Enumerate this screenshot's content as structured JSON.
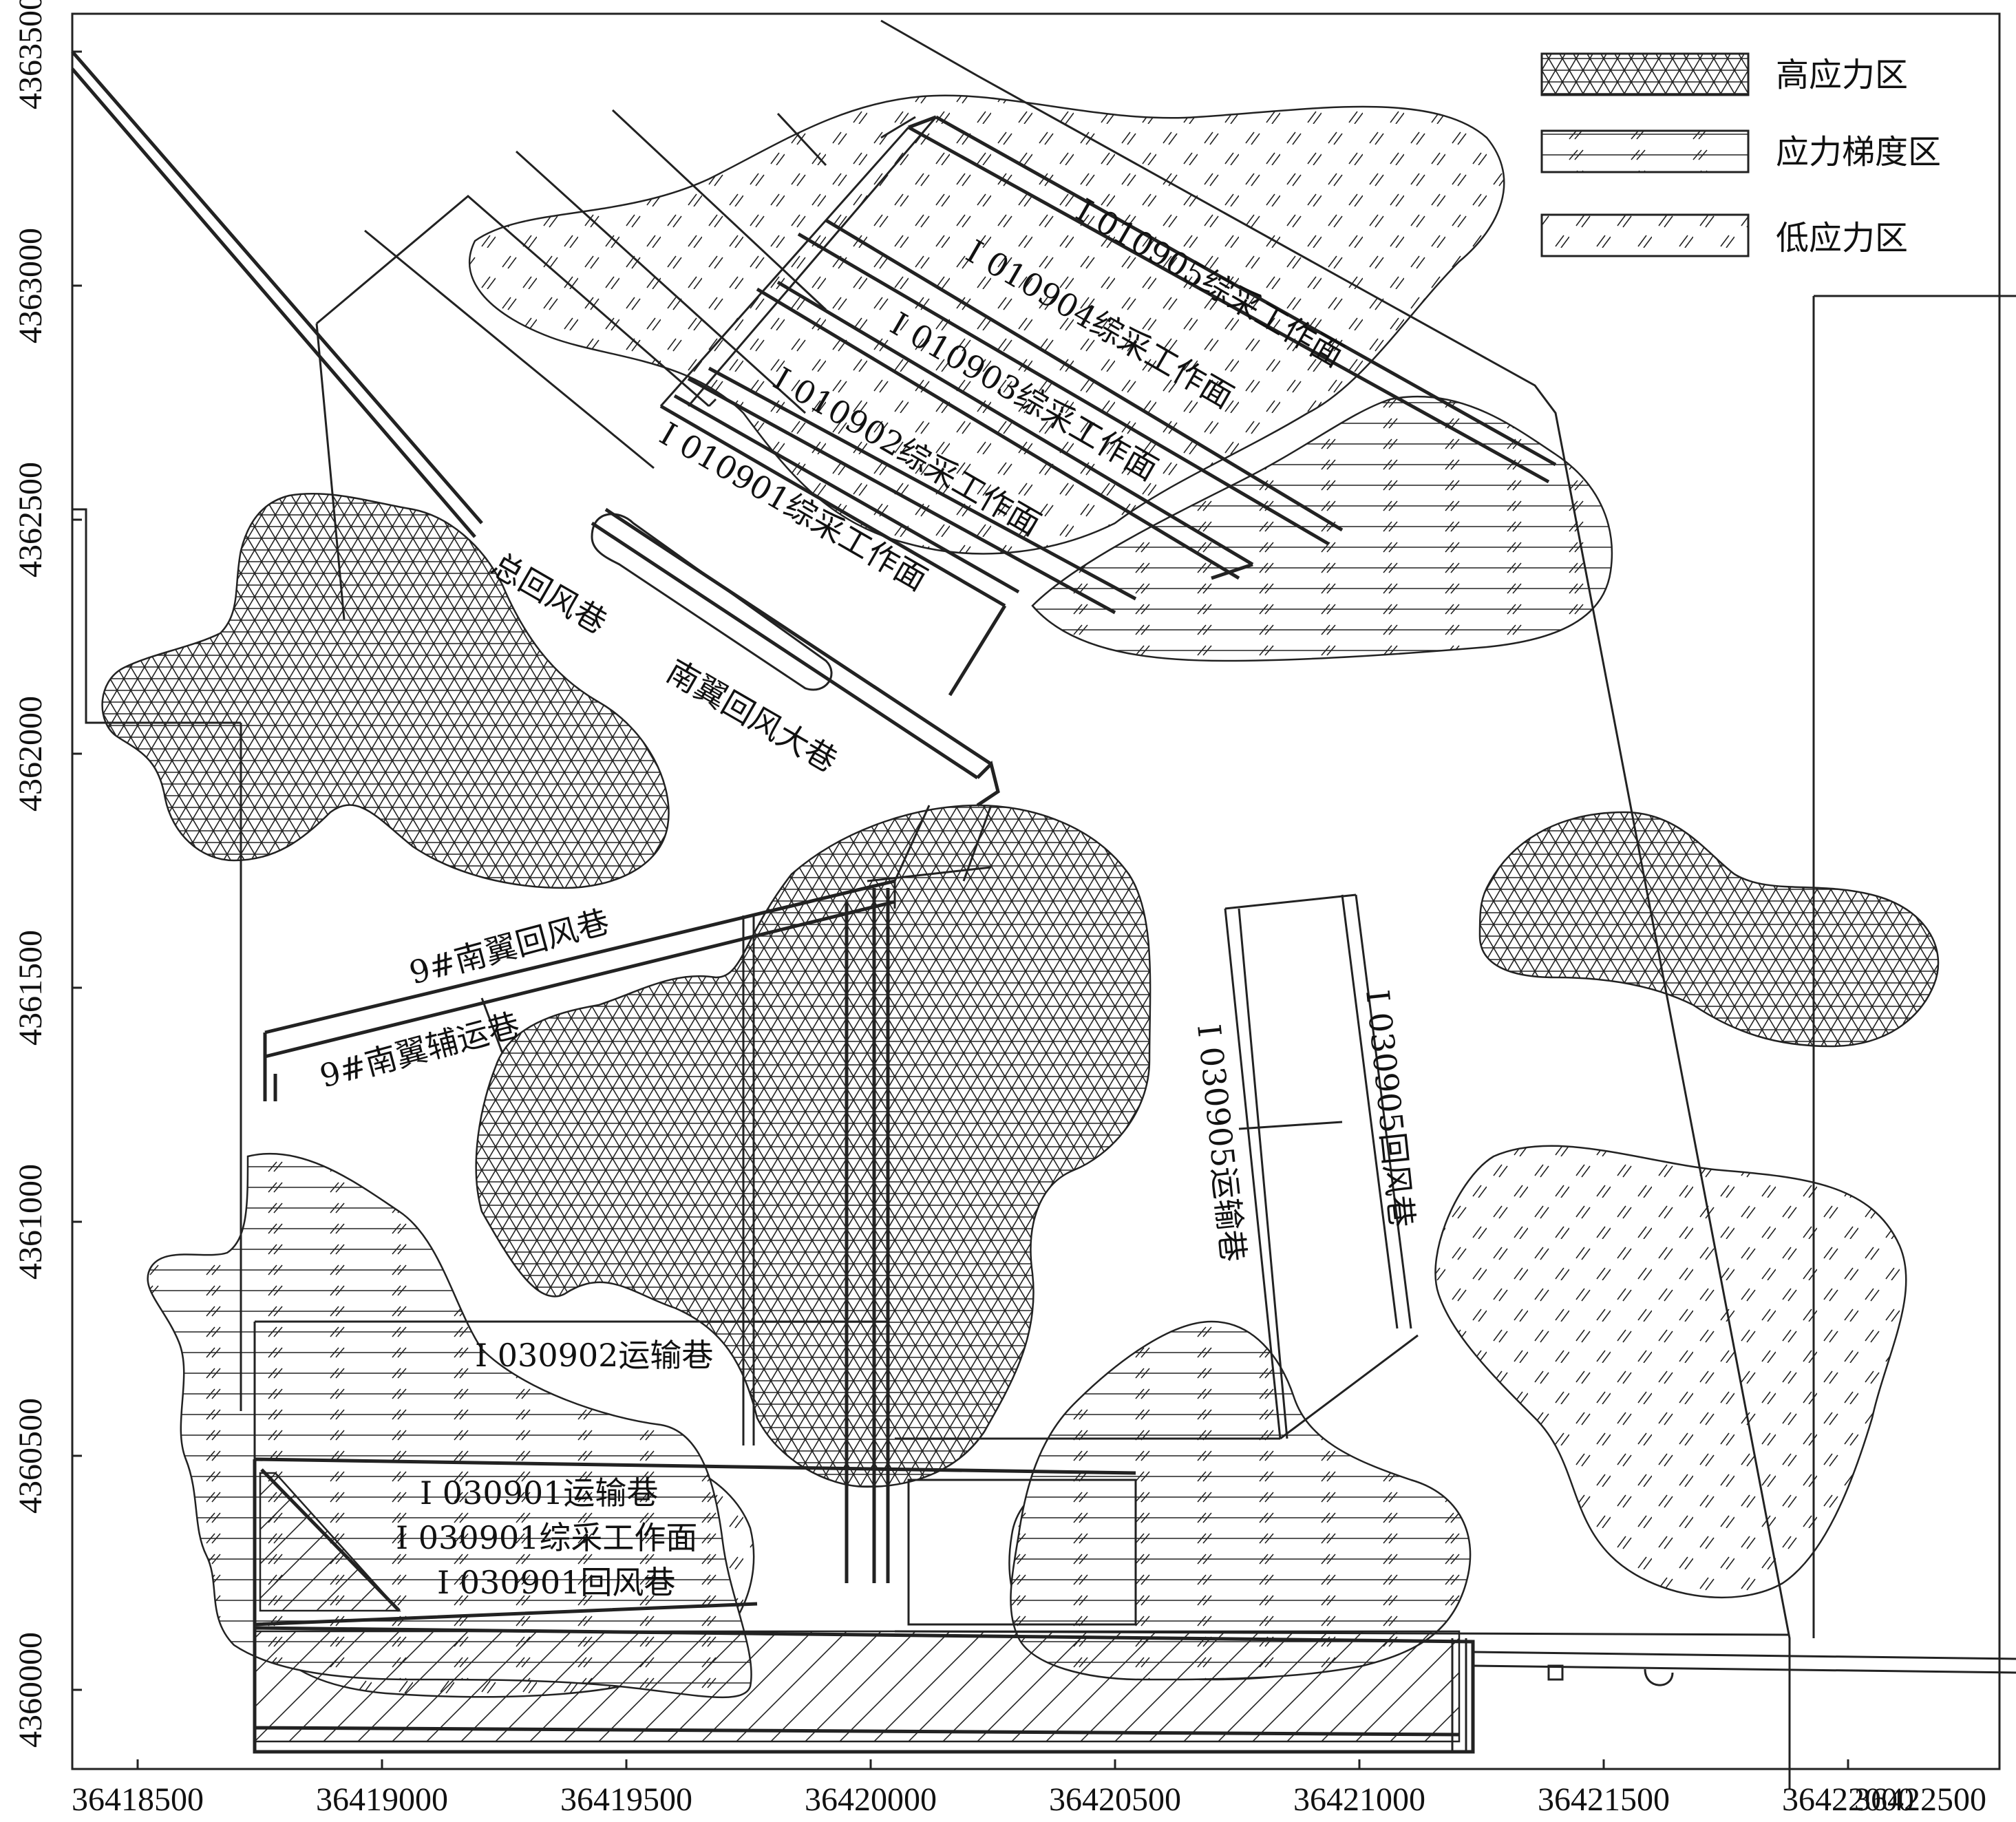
{
  "x_axis": {
    "ticks": [
      "36418500",
      "36419000",
      "36419500",
      "36420000",
      "36420500",
      "36421000",
      "36421500",
      "36422000",
      "36422500"
    ]
  },
  "y_axis": {
    "ticks": [
      "4363500",
      "4363000",
      "4362500",
      "4362000",
      "4361500",
      "4361000",
      "4360500",
      "4360000"
    ]
  },
  "legend": [
    {
      "label": "高应力区",
      "pattern": "triangle-grid"
    },
    {
      "label": "应力梯度区",
      "pattern": "horizontal-lines"
    },
    {
      "label": "低应力区",
      "pattern": "dashes"
    }
  ],
  "labels": {
    "wf_010905": "I 010905综采工作面",
    "wf_010904": "I 010904综采工作面",
    "wf_010903": "I 010903综采工作面",
    "wf_010902": "I 010902综采工作面",
    "wf_010901": "I 010901综采工作面",
    "main_return": "总回风巷",
    "south_return_main": "南翼回风大巷",
    "s9_return": "9#南翼回风巷",
    "s9_aux": "9#南翼辅运巷",
    "r_030905_return": "I 030905回风巷",
    "r_030905_transport": "I 030905运输巷",
    "r_030902_transport": "I 030902运输巷",
    "r_030901_transport": "I 030901运输巷",
    "wf_030901": "I 030901综采工作面",
    "r_030901_return": "I 030901回风巷"
  },
  "colors": {
    "ink": "#222222",
    "background": "#ffffff"
  }
}
